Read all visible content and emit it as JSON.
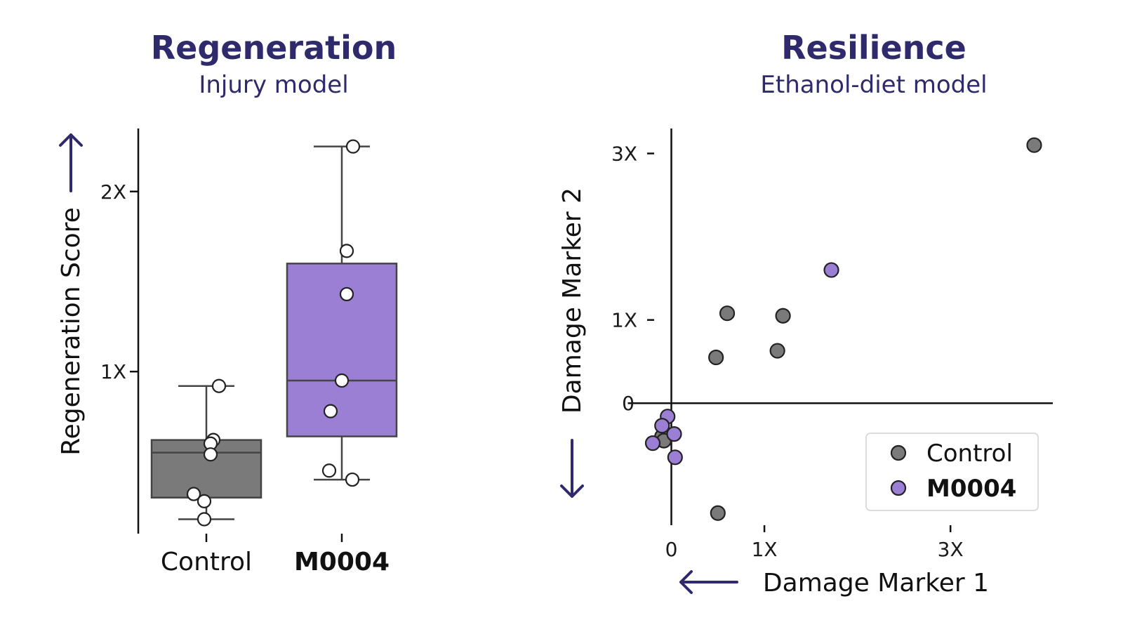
{
  "chart_data": [
    {
      "type": "box",
      "title": "Regeneration",
      "subtitle": "Injury model",
      "ylabel": "Regeneration Score",
      "yticks": [
        {
          "value": 1,
          "label": "1X"
        },
        {
          "value": 2,
          "label": "2X"
        }
      ],
      "ylim": [
        0.1,
        2.35
      ],
      "categories": [
        "Control",
        "M0004"
      ],
      "colors": {
        "Control": "#7a7a7a",
        "M0004": "#9b7fd4"
      },
      "boxes": [
        {
          "name": "Control",
          "whisker_low": 0.18,
          "q1": 0.3,
          "median": 0.55,
          "q3": 0.62,
          "whisker_high": 0.92
        },
        {
          "name": "M0004",
          "whisker_low": 0.4,
          "q1": 0.64,
          "median": 0.95,
          "q3": 1.6,
          "whisker_high": 2.25
        }
      ],
      "points": {
        "Control": [
          0.92,
          0.62,
          0.6,
          0.54,
          0.32,
          0.28,
          0.18
        ],
        "M0004": [
          2.25,
          1.67,
          1.43,
          0.95,
          0.78,
          0.45,
          0.4
        ]
      }
    },
    {
      "type": "scatter",
      "title": "Resilience",
      "subtitle": "Ethanol-diet model",
      "xlabel": "Damage Marker 1",
      "ylabel": "Damage Marker 2",
      "xticks": [
        {
          "value": 0,
          "label": "0"
        },
        {
          "value": 1,
          "label": "1X"
        },
        {
          "value": 3,
          "label": "3X"
        }
      ],
      "yticks": [
        {
          "value": 0,
          "label": "0"
        },
        {
          "value": 1,
          "label": "1X"
        },
        {
          "value": 3,
          "label": "3X"
        }
      ],
      "xlim": [
        -0.2,
        4.1
      ],
      "ylim": [
        -1.55,
        3.3
      ],
      "legend": {
        "position": "bottom-right"
      },
      "series": [
        {
          "name": "Control",
          "color": "#7a7a7a",
          "points": [
            {
              "x": 3.9,
              "y": 3.1
            },
            {
              "x": 0.6,
              "y": 1.08
            },
            {
              "x": 1.2,
              "y": 1.05
            },
            {
              "x": 0.48,
              "y": 0.55
            },
            {
              "x": 1.14,
              "y": 0.63
            },
            {
              "x": -0.1,
              "y": -0.4
            },
            {
              "x": -0.08,
              "y": -0.45
            },
            {
              "x": 0.5,
              "y": -1.32
            }
          ]
        },
        {
          "name": "M0004",
          "color": "#9b7fd4",
          "points": [
            {
              "x": 1.72,
              "y": 1.6
            },
            {
              "x": -0.04,
              "y": -0.16
            },
            {
              "x": -0.1,
              "y": -0.27
            },
            {
              "x": 0.03,
              "y": -0.37
            },
            {
              "x": -0.2,
              "y": -0.48
            },
            {
              "x": 0.04,
              "y": -0.65
            }
          ]
        }
      ]
    }
  ]
}
